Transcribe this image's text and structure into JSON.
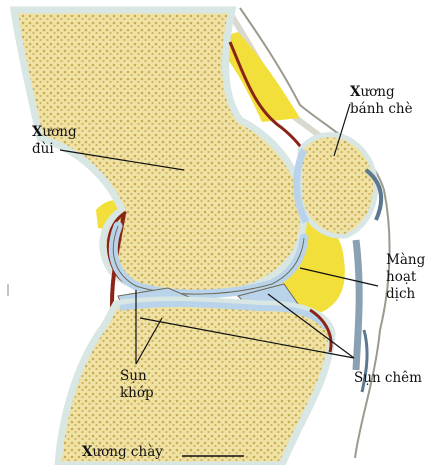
{
  "labels": {
    "femur": {
      "line1_initial": "X",
      "line1_rest": "ương",
      "line2": "đùi"
    },
    "patella": {
      "line1_initial": "X",
      "line1_rest": "ương",
      "line2": "bánh chè"
    },
    "synovial": {
      "line1": "Màng",
      "line2": "hoạt",
      "line3": "dịch"
    },
    "meniscus": "Sụn chêm",
    "cartilage": {
      "line1": "Sụn",
      "line2": "khớp"
    },
    "tibia": {
      "initial": "X",
      "rest": "ương chày"
    }
  },
  "colors": {
    "bone_fill": "#efe2a4",
    "bone_pores": "#c9ad55",
    "cortex": "#d8e6e4",
    "cartilage_blue": "#b9d4ea",
    "synovial_yellow": "#f3df3a",
    "red_lining": "#8a2416",
    "outline": "#6e6a58",
    "label_text": "#111111"
  }
}
